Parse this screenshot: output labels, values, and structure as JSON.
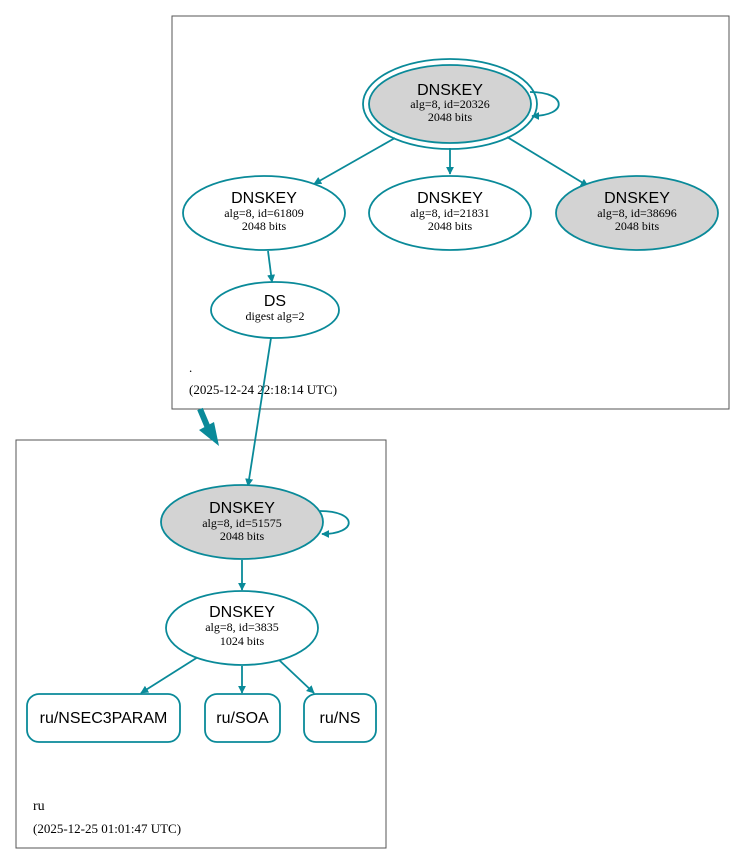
{
  "colors": {
    "edge": "#0a8a99",
    "fill_gray": "#d3d3d3",
    "fill_white": "#ffffff",
    "text": "#000000",
    "cluster_border": "#555555"
  },
  "zones": {
    "root": {
      "name": ".",
      "timestamp": "(2025-12-24 22:18:14 UTC)"
    },
    "ru": {
      "name": "ru",
      "timestamp": "(2025-12-25 01:01:47 UTC)"
    }
  },
  "nodes": {
    "root_ksk": {
      "title": "DNSKEY",
      "detail": "alg=8, id=20326",
      "bits": "2048 bits"
    },
    "root_zsk1": {
      "title": "DNSKEY",
      "detail": "alg=8, id=61809",
      "bits": "2048 bits"
    },
    "root_zsk2": {
      "title": "DNSKEY",
      "detail": "alg=8, id=21831",
      "bits": "2048 bits"
    },
    "root_ksk2": {
      "title": "DNSKEY",
      "detail": "alg=8, id=38696",
      "bits": "2048 bits"
    },
    "ds": {
      "title": "DS",
      "detail": "digest alg=2"
    },
    "ru_ksk": {
      "title": "DNSKEY",
      "detail": "alg=8, id=51575",
      "bits": "2048 bits"
    },
    "ru_zsk": {
      "title": "DNSKEY",
      "detail": "alg=8, id=3835",
      "bits": "1024 bits"
    },
    "rr_nsec3param": {
      "label": "ru/NSEC3PARAM"
    },
    "rr_soa": {
      "label": "ru/SOA"
    },
    "rr_ns": {
      "label": "ru/NS"
    }
  }
}
